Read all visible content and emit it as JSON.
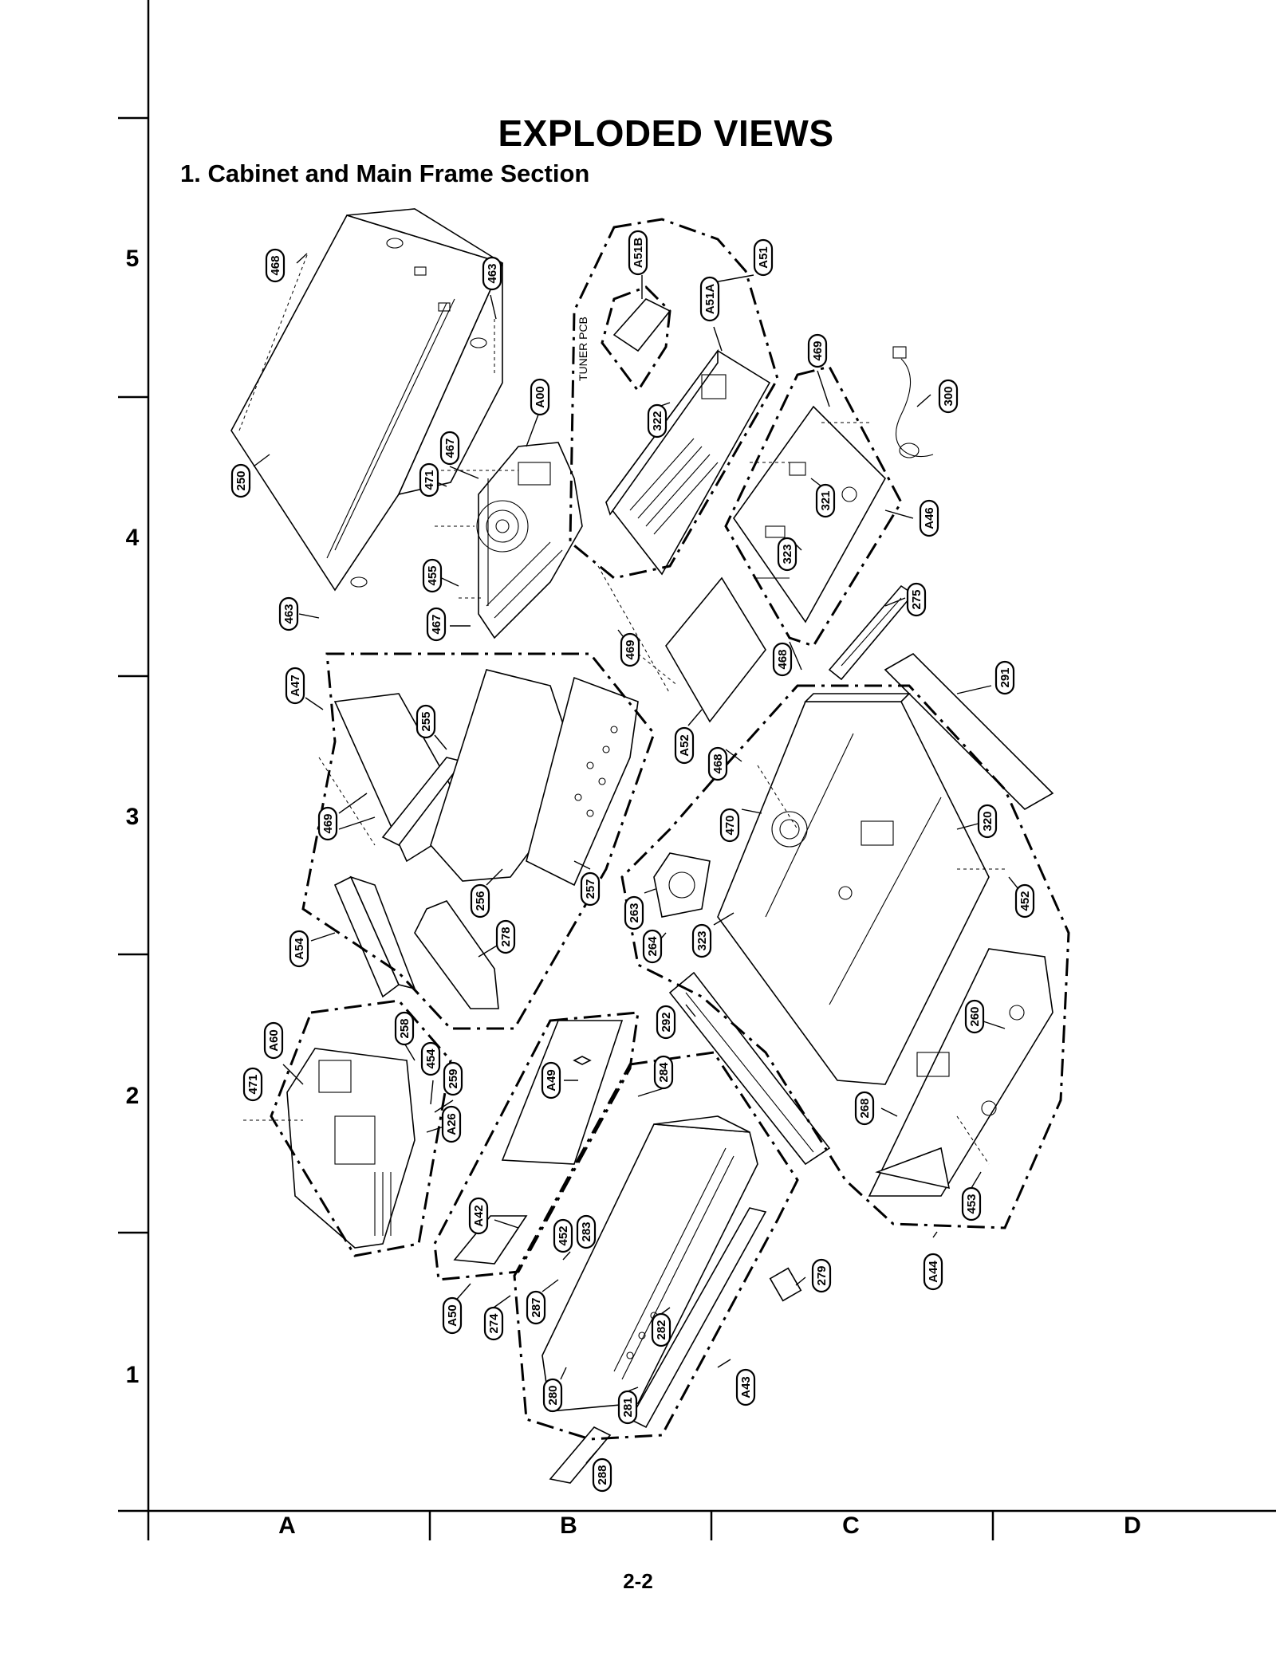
{
  "title": "EXPLODED VIEWS",
  "subtitle": "1. Cabinet and Main Frame Section",
  "page_number": "2-2",
  "row_labels": [
    "5",
    "4",
    "3",
    "2",
    "1"
  ],
  "column_labels": [
    "A",
    "B",
    "C",
    "D"
  ],
  "callouts": {
    "468_a": "468",
    "463_a": "463",
    "250": "250",
    "463_b": "463",
    "A00": "A00",
    "467_a": "467",
    "471_a": "471",
    "455": "455",
    "467_b": "467",
    "A51B": "A51B",
    "A51": "A51",
    "A51A": "A51A",
    "322": "322",
    "469_a": "469",
    "300": "300",
    "321": "321",
    "323_a": "323",
    "A46": "A46",
    "275": "275",
    "469_b": "469",
    "468_b": "468",
    "A52": "A52",
    "291": "291",
    "A47": "A47",
    "255": "255",
    "469_c": "469",
    "256": "256",
    "257": "257",
    "468_c": "468",
    "470": "470",
    "320": "320",
    "263": "263",
    "264": "264",
    "323_b": "323",
    "452_a": "452",
    "A54": "A54",
    "278": "278",
    "A60": "A60",
    "258": "258",
    "454": "454",
    "259": "259",
    "471_b": "471",
    "A26": "A26",
    "292": "292",
    "260": "260",
    "A49": "A49",
    "284": "284",
    "268": "268",
    "A42": "A42",
    "452_b": "452",
    "283": "283",
    "453": "453",
    "A44": "A44",
    "279": "279",
    "A50": "A50",
    "274": "274",
    "287": "287",
    "282": "282",
    "280": "280",
    "281": "281",
    "A43": "A43",
    "288": "288"
  },
  "annotations": {
    "tuner_pcb": "TUNER PCB"
  }
}
